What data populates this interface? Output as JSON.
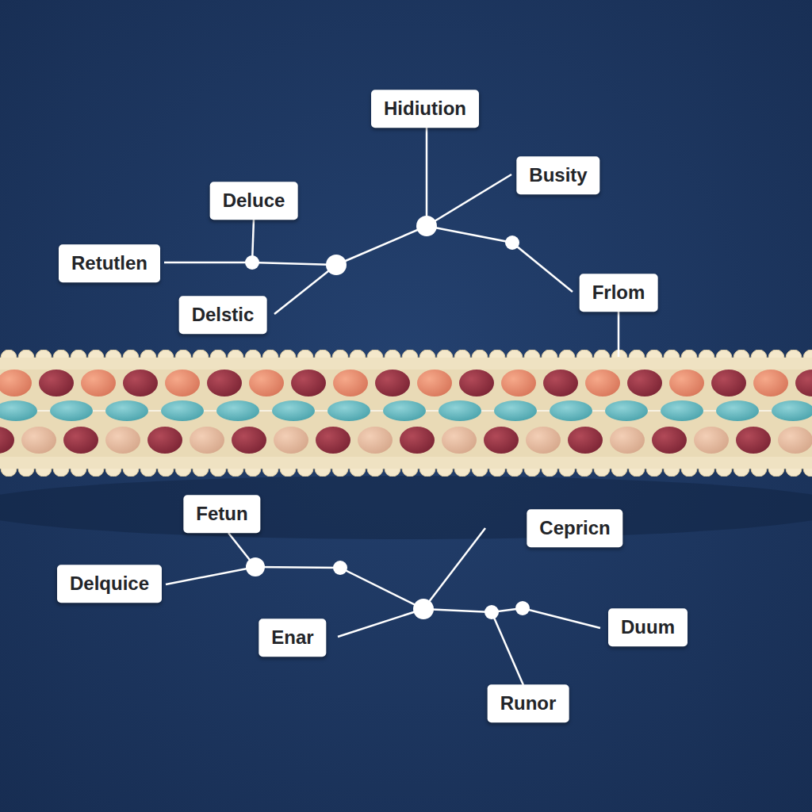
{
  "diagram": {
    "labels": [
      "Hidiution",
      "Busity",
      "Deluce",
      "Retutlen",
      "Frlom",
      "Delstic",
      "Fetun",
      "Cepricn",
      "Delquice",
      "Duum",
      "Enar",
      "Runor"
    ]
  }
}
